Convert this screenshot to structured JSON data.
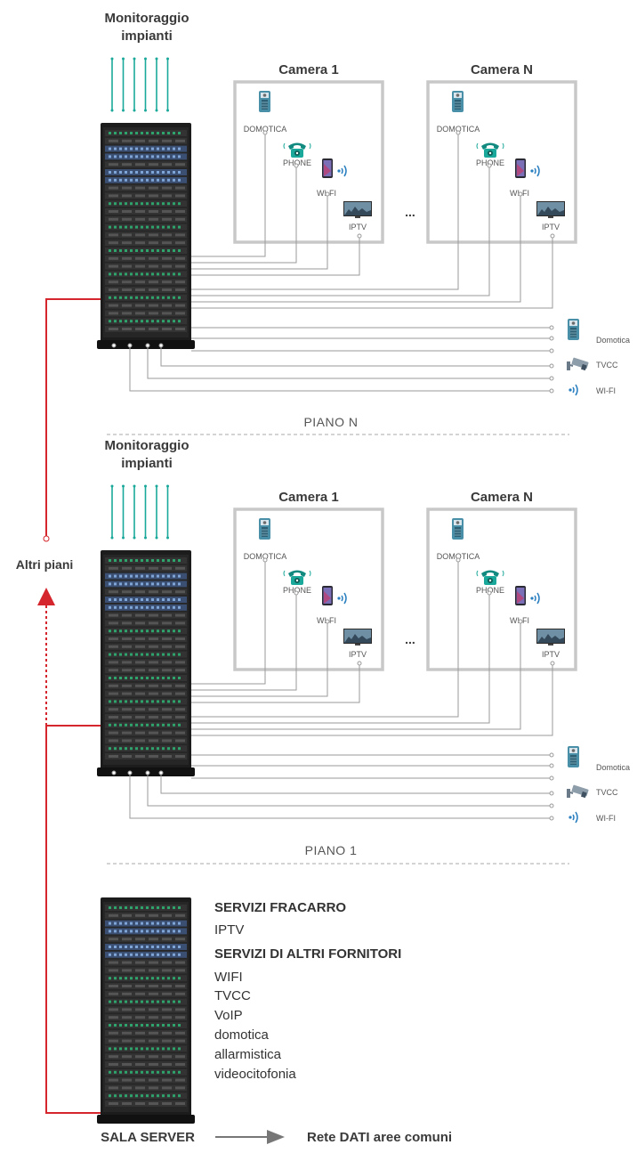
{
  "floors": [
    {
      "monitoring_label_1": "Monitoraggio",
      "monitoring_label_2": "impianti",
      "rooms": [
        {
          "title": "Camera 1",
          "domotica": "DOMOTICA",
          "phone": "PHONE",
          "wifi": "WI-FI",
          "iptv": "IPTV"
        },
        {
          "title": "Camera N",
          "domotica": "DOMOTICA",
          "phone": "PHONE",
          "wifi": "WI-FI",
          "iptv": "IPTV"
        }
      ],
      "ellipsis": "...",
      "common": [
        {
          "label": "Domotica",
          "icon": "intercom-icon"
        },
        {
          "label": "TVCC",
          "icon": "cctv-camera-icon"
        },
        {
          "label": "WI-FI",
          "icon": "wifi-icon"
        }
      ],
      "separator_label": "PIANO N"
    },
    {
      "monitoring_label_1": "Monitoraggio",
      "monitoring_label_2": "impianti",
      "rooms": [
        {
          "title": "Camera 1",
          "domotica": "DOMOTICA",
          "phone": "PHONE",
          "wifi": "WI-FI",
          "iptv": "IPTV"
        },
        {
          "title": "Camera N",
          "domotica": "DOMOTICA",
          "phone": "PHONE",
          "wifi": "WI-FI",
          "iptv": "IPTV"
        }
      ],
      "ellipsis": "...",
      "common": [
        {
          "label": "Domotica",
          "icon": "intercom-icon"
        },
        {
          "label": "TVCC",
          "icon": "cctv-camera-icon"
        },
        {
          "label": "WI-FI",
          "icon": "wifi-icon"
        }
      ],
      "separator_label": "PIANO 1"
    }
  ],
  "altri_piani": "Altri piani",
  "services": {
    "fracarro_title": "SERVIZI FRACARRO",
    "fracarro_items": [
      "IPTV"
    ],
    "others_title": "SERVIZI DI ALTRI FORNITORI",
    "others_items": [
      "WIFI",
      "TVCC",
      "VoIP",
      "domotica",
      "allarmistica",
      "videocitofonia"
    ]
  },
  "sala_server": "SALA SERVER",
  "rete_dati": "Rete DATI aree comuni",
  "colors": {
    "teal": "#1aa89a",
    "red": "#d4262c",
    "cable": "#9a9a9a",
    "room_border": "#c8c8c8",
    "rack": "#1c1c1c"
  }
}
